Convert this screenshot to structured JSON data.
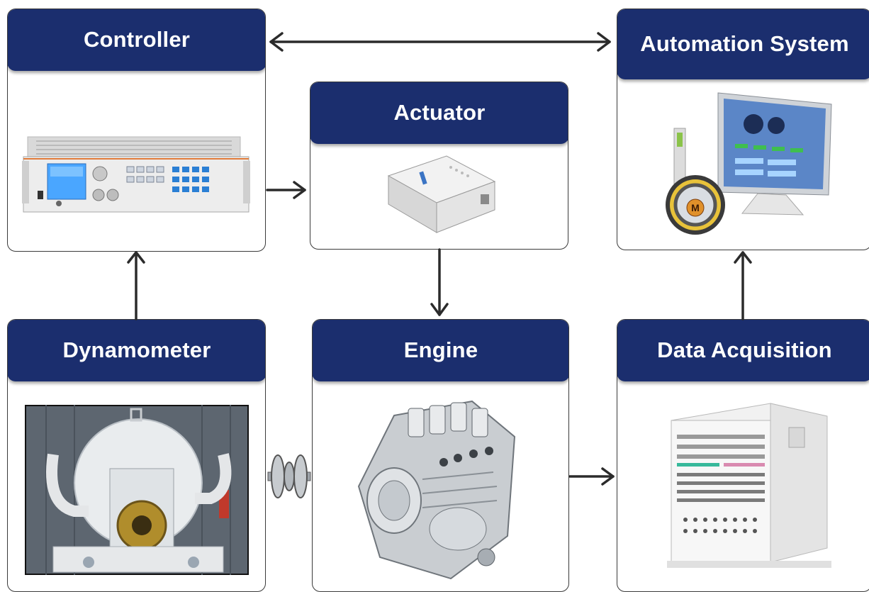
{
  "nodes": {
    "controller": {
      "title": "Controller",
      "image": "rack-controller-unit"
    },
    "actuator": {
      "title": "Actuator",
      "image": "actuator-module"
    },
    "automation": {
      "title": "Automation System",
      "image": "monitor-with-steering-icon"
    },
    "dynamometer": {
      "title": "Dynamometer",
      "image": "dynamometer-photo"
    },
    "engine": {
      "title": "Engine",
      "image": "engine-block"
    },
    "daq": {
      "title": "Data Acquisition",
      "image": "daq-cabinet"
    }
  },
  "coupling": {
    "image": "shaft-coupling-icon"
  },
  "colors": {
    "header": "#1b2e6e",
    "header_text": "#ffffff",
    "arrow": "#2b2b2b",
    "border": "#3a3a3a"
  }
}
